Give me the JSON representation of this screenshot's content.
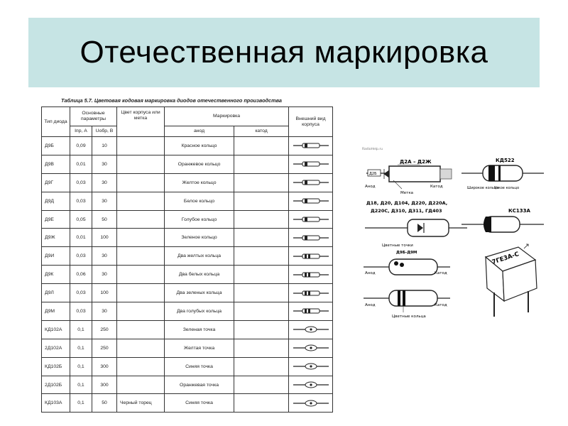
{
  "slide": {
    "title": "Отечественная маркировка"
  },
  "table": {
    "caption": "Таблица 5.7. Цветовая кодовая маркировка диодов отечественного производства",
    "headers": {
      "type": "Тип диода",
      "params": "Основные параметры",
      "param_current": "Iпр, А",
      "param_voltage": "Uобр, В",
      "case_color": "Цвет корпуса или метка",
      "marking": "Маркировка",
      "anode": "анод",
      "cathode": "катод",
      "appearance": "Внешний вид корпуса"
    },
    "rows": [
      {
        "type": "Д9Б",
        "current": "0,09",
        "voltage": "10",
        "case": "",
        "anode": "Красное кольцо",
        "cathode": "",
        "symbol": "band"
      },
      {
        "type": "Д9В",
        "current": "0,01",
        "voltage": "30",
        "case": "",
        "anode": "Оранжевое кольцо",
        "cathode": "",
        "symbol": "band"
      },
      {
        "type": "Д9Г",
        "current": "0,03",
        "voltage": "30",
        "case": "",
        "anode": "Желтое кольцо",
        "cathode": "",
        "symbol": "band"
      },
      {
        "type": "Д9Д",
        "current": "0,03",
        "voltage": "30",
        "case": "",
        "anode": "Белое кольцо",
        "cathode": "",
        "symbol": "band"
      },
      {
        "type": "Д9Е",
        "current": "0,05",
        "voltage": "50",
        "case": "",
        "anode": "Голубое кольцо",
        "cathode": "",
        "symbol": "band"
      },
      {
        "type": "Д9Ж",
        "current": "0,01",
        "voltage": "100",
        "case": "",
        "anode": "Зеленое кольцо",
        "cathode": "",
        "symbol": "band"
      },
      {
        "type": "Д9И",
        "current": "0,03",
        "voltage": "30",
        "case": "",
        "anode": "Два желтых кольца",
        "cathode": "",
        "symbol": "double-band"
      },
      {
        "type": "Д9К",
        "current": "0,06",
        "voltage": "30",
        "case": "",
        "anode": "Два белых кольца",
        "cathode": "",
        "symbol": "double-band"
      },
      {
        "type": "Д9Л",
        "current": "0,03",
        "voltage": "100",
        "case": "",
        "anode": "Два зеленых кольца",
        "cathode": "",
        "symbol": "double-band"
      },
      {
        "type": "Д9М",
        "current": "0,03",
        "voltage": "30",
        "case": "",
        "anode": "Два голубых кольца",
        "cathode": "",
        "symbol": "double-band"
      },
      {
        "type": "КД102А",
        "current": "0,1",
        "voltage": "250",
        "case": "",
        "anode": "Зеленая точка",
        "cathode": "",
        "symbol": "dot"
      },
      {
        "type": "2Д102А",
        "current": "0,1",
        "voltage": "250",
        "case": "",
        "anode": "Желтая точка",
        "cathode": "",
        "symbol": "dot"
      },
      {
        "type": "КД102Б",
        "current": "0,1",
        "voltage": "300",
        "case": "",
        "anode": "Синяя точка",
        "cathode": "",
        "symbol": "dot"
      },
      {
        "type": "2Д102Б",
        "current": "0,1",
        "voltage": "300",
        "case": "",
        "anode": "Оранжевая точка",
        "cathode": "",
        "symbol": "dot"
      },
      {
        "type": "КД103А",
        "current": "0,1",
        "voltage": "50",
        "case": "Черный торец",
        "anode": "Синяя точка",
        "cathode": "",
        "symbol": "dot"
      }
    ]
  },
  "diagram": {
    "watermark": "RadioHelp.ru",
    "d2_title": "Д2А – Д2Ж",
    "d2_part": "Д2Б",
    "anode": "Анод",
    "cathode": "Катод",
    "mark_label": "Метка",
    "kd522_title": "КД522",
    "wide_ring": "Широкое кольцо",
    "narrow_ring": "Узкое кольцо",
    "series_line1": "Д18, Д20, Д104, Д220, Д220А,",
    "series_line2": "Д220С, Д310, Д311, ГД403",
    "ks133_title": "КС133А",
    "color_dots": "Цветные точки",
    "d9_range": "Д9Б-Д9М",
    "color_rings": "Цветные кольца",
    "chip_label": "7ГЕ3А-С"
  }
}
